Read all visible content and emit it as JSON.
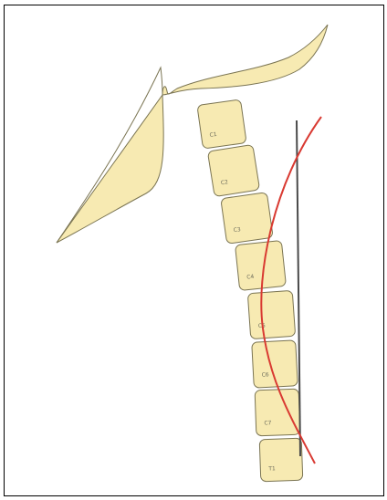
{
  "diagram": {
    "colors": {
      "fill": "#f7eab2",
      "outline": "#7a7452",
      "curve": "#d93a32",
      "plumb_line": "#4a4a4a",
      "border": "#000000"
    },
    "vertebrae_labels": [
      "C1",
      "C2",
      "C3",
      "C4",
      "C5",
      "C6",
      "C7",
      "T1"
    ]
  }
}
